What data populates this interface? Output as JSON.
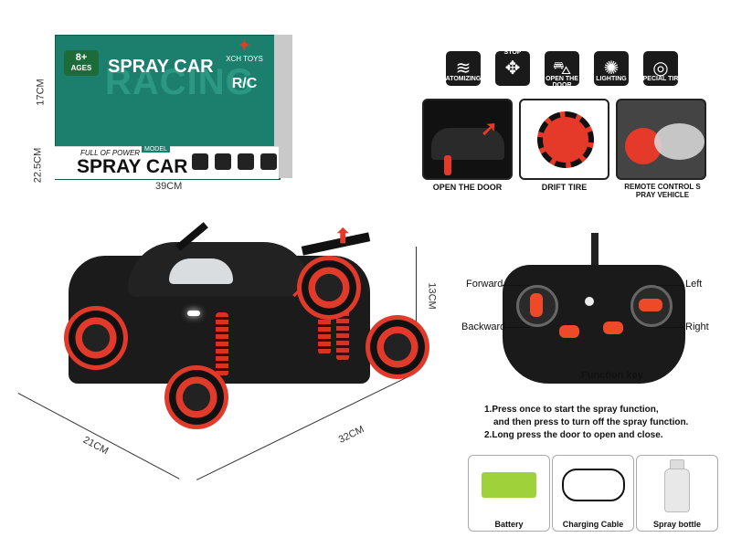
{
  "box": {
    "age_badge": "8+",
    "age_label": "AGES",
    "brand_top": "SPRAY CAR",
    "brand_word": "RACING",
    "tagline": "FULL OF POWER",
    "model": "MODEL",
    "brand_bottom": "SPRAY CAR",
    "logo_text": "XCH TOYS",
    "rc_text": "R/C",
    "dim_height": "17CM",
    "dim_depth": "22.5CM",
    "dim_width": "39CM"
  },
  "features": [
    {
      "label": "ATOMIZING",
      "icon": "spray-icon"
    },
    {
      "label": "STOP",
      "icon": "stop-arrows-icon"
    },
    {
      "label": "OPEN THE DOOR",
      "icon": "car-door-icon"
    },
    {
      "label": "LIGHTING",
      "icon": "bulb-icon"
    },
    {
      "label": "SPECIAL TIRE",
      "icon": "tire-icon"
    }
  ],
  "panels": [
    {
      "caption": "OPEN THE DOOR"
    },
    {
      "caption": "DRIFT TIRE"
    },
    {
      "caption": "REMOTE CONTROL S PRAY VEHICLE"
    }
  ],
  "car": {
    "dim_height": "13CM",
    "dim_width": "21CM",
    "dim_length": "32CM"
  },
  "remote": {
    "forward": "Forward",
    "backward": "Backward",
    "left": "Left",
    "right": "Right",
    "function_key": "Function key"
  },
  "instructions": {
    "line1": "1.Press once to start the spray function,",
    "line2": "and then press to turn off the spray function.",
    "line3": "2.Long press the door to open and close."
  },
  "accessories": [
    {
      "label": "Battery"
    },
    {
      "label": "Charging Cable"
    },
    {
      "label": "Spray bottle"
    }
  ],
  "colors": {
    "accent": "#e53a2a",
    "box_green": "#1c7f6e",
    "dark": "#1a1a1a"
  }
}
